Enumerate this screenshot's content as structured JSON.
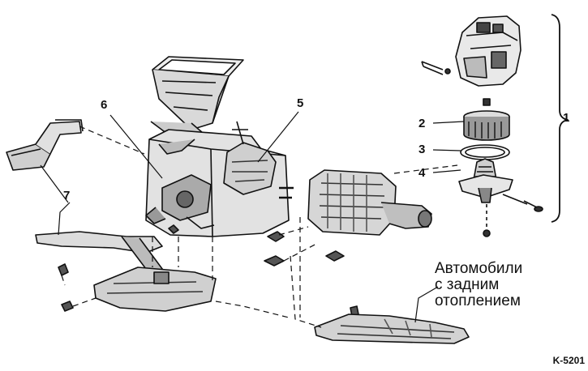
{
  "figure": {
    "callouts": {
      "c1": "1",
      "c2": "2",
      "c3": "3",
      "c4": "4",
      "c5": "5",
      "c6": "6",
      "c7": "7"
    },
    "note_lines": [
      "Автомобили",
      "с задним",
      "отоплением"
    ],
    "figure_code": "K-5201"
  }
}
